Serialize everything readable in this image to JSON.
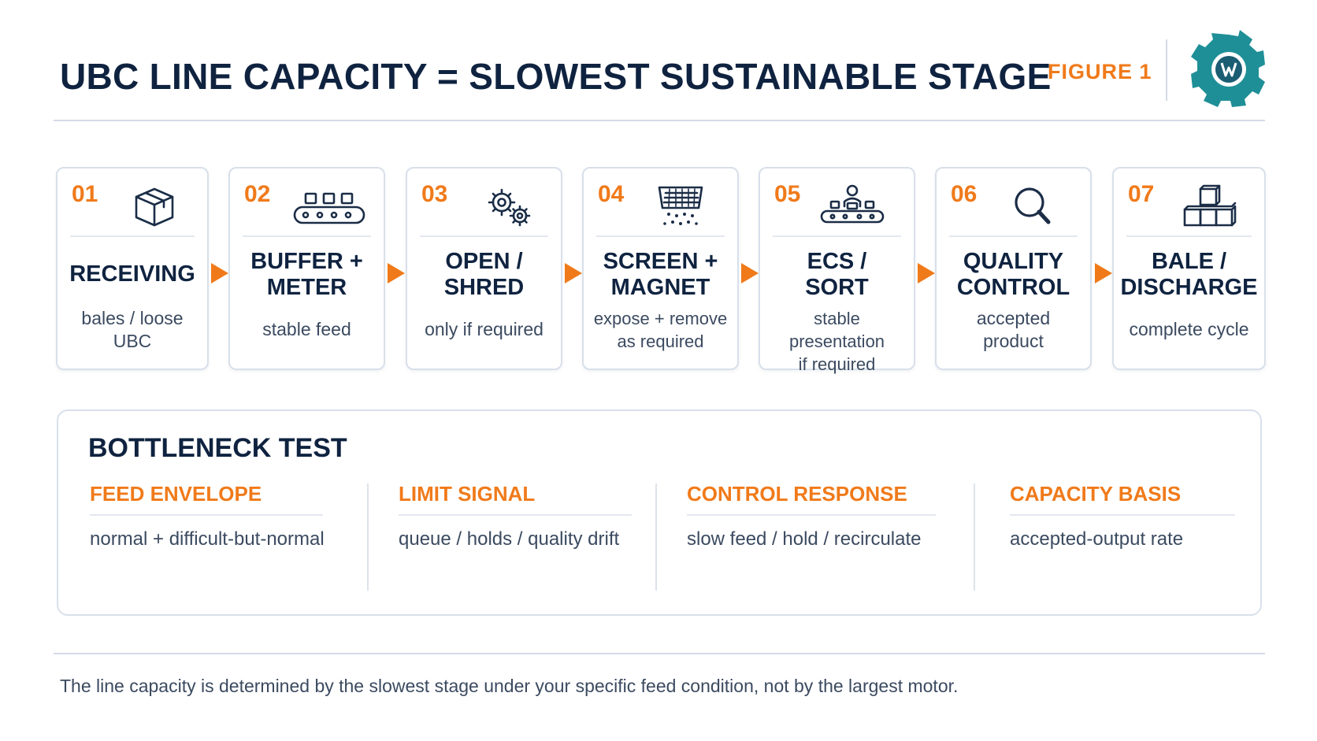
{
  "header": {
    "title": "UBC LINE CAPACITY = SLOWEST SUSTAINABLE STAGE",
    "figure_label": "FIGURE 1"
  },
  "stages": [
    {
      "number": "01",
      "name_lines": [
        "RECEIVING"
      ],
      "desc_lines": [
        "bales / loose",
        "UBC"
      ],
      "icon": "box-icon"
    },
    {
      "number": "02",
      "name_lines": [
        "BUFFER +",
        "METER"
      ],
      "desc_lines": [
        "stable feed"
      ],
      "icon": "conveyor-icon"
    },
    {
      "number": "03",
      "name_lines": [
        "OPEN /",
        "SHRED"
      ],
      "desc_lines": [
        "only if required"
      ],
      "icon": "gears-icon"
    },
    {
      "number": "04",
      "name_lines": [
        "SCREEN +",
        "MAGNET"
      ],
      "desc_lines": [
        "expose + remove",
        "as required"
      ],
      "icon": "screen-icon"
    },
    {
      "number": "05",
      "name_lines": [
        "ECS /",
        "SORT"
      ],
      "desc_lines": [
        "stable presentation",
        "if required"
      ],
      "icon": "operator-conveyor-icon"
    },
    {
      "number": "06",
      "name_lines": [
        "QUALITY",
        "CONTROL"
      ],
      "desc_lines": [
        "accepted",
        "product"
      ],
      "icon": "magnifier-icon"
    },
    {
      "number": "07",
      "name_lines": [
        "BALE /",
        "DISCHARGE"
      ],
      "desc_lines": [
        "complete cycle"
      ],
      "icon": "stacked-boxes-icon"
    }
  ],
  "bottleneck": {
    "title": "BOTTLENECK TEST",
    "columns": [
      {
        "heading": "FEED ENVELOPE",
        "value": "normal + difficult-but-normal"
      },
      {
        "heading": "LIMIT SIGNAL",
        "value": "queue / holds / quality drift"
      },
      {
        "heading": "CONTROL RESPONSE",
        "value": "slow feed / hold / recirculate"
      },
      {
        "heading": "CAPACITY BASIS",
        "value": "accepted-output rate"
      }
    ]
  },
  "footnote": "The line capacity is determined by the slowest stage under your specific feed condition, not by the largest motor.",
  "colors": {
    "accent": "#f07a1a",
    "navy": "#0f2340",
    "teal": "#1f8f97",
    "border": "#d8e0ea"
  }
}
